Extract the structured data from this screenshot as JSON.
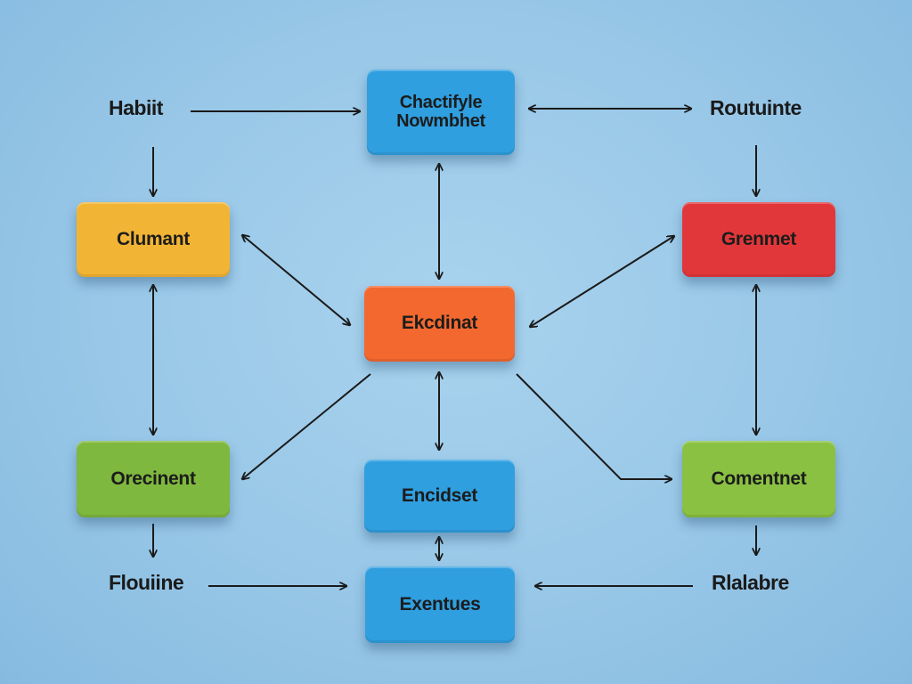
{
  "nodes": {
    "top_center": {
      "line1": "Chactifyle",
      "line2": "Nowmbhet",
      "color": "#2f9fe0"
    },
    "left_upper": {
      "text": "Clumant",
      "color": "#f2b434"
    },
    "right_upper": {
      "text": "Grenmet",
      "color": "#e2373a"
    },
    "center": {
      "text": "Ekcdinat",
      "color": "#f2682f"
    },
    "left_lower": {
      "text": "Orecinent",
      "color": "#7fb83e"
    },
    "right_lower": {
      "text": "Comentnet",
      "color": "#8ac142"
    },
    "center_lower": {
      "text": "Encidset",
      "color": "#2f9fe0"
    },
    "bottom_center": {
      "text": "Exentues",
      "color": "#2f9fe0"
    }
  },
  "labels": {
    "habit": "Habiit",
    "routine": "Routuinte",
    "flouine": "Flouiine",
    "rlalabre": "Rlalabre"
  }
}
